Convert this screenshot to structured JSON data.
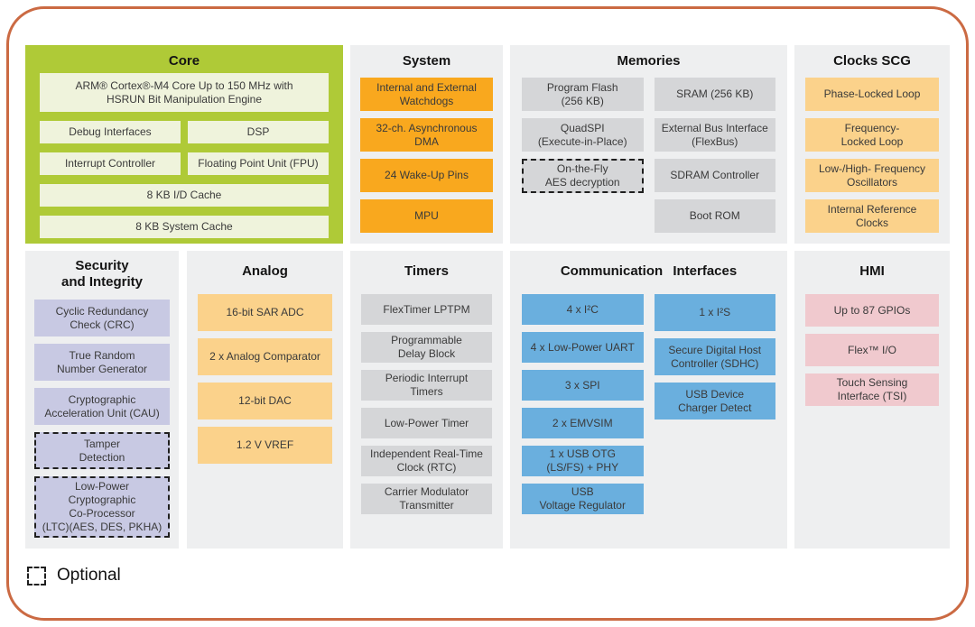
{
  "legend": {
    "label": "Optional"
  },
  "colors": {
    "frame_border": "#cb6a43",
    "core_section_bg": "#afca37",
    "core_block": "#eff3dc",
    "section_bg": "#eeeff0",
    "orange_block": "#f9a81e",
    "amber_block": "#fbd28b",
    "gray_block": "#d5d6d8",
    "blue_block": "#6aafde",
    "purple_block": "#c8c9e3",
    "pink_block": "#f0c9ce"
  },
  "sections": [
    {
      "id": "core",
      "title": "Core",
      "color": "core",
      "blocks": [
        {
          "label": "ARM® Cortex®-M4 Core Up to 150 MHz with\nHSRUN Bit Manipulation Engine",
          "width": "full"
        },
        {
          "label": "Debug Interfaces",
          "width": "half"
        },
        {
          "label": "DSP",
          "width": "half"
        },
        {
          "label": "Interrupt Controller",
          "width": "half"
        },
        {
          "label": "Floating Point Unit (FPU)",
          "width": "half"
        },
        {
          "label": "8 KB I/D Cache",
          "width": "full"
        },
        {
          "label": "8 KB System Cache",
          "width": "full"
        }
      ]
    },
    {
      "id": "system",
      "title": "System",
      "color": "orange",
      "blocks": [
        {
          "label": "Internal and External\nWatchdogs"
        },
        {
          "label": "32-ch. Asynchronous\nDMA"
        },
        {
          "label": "24 Wake-Up Pins"
        },
        {
          "label": "MPU"
        }
      ]
    },
    {
      "id": "memories",
      "title": "Memories",
      "color": "gray",
      "columns": [
        [
          {
            "label": "Program Flash\n(256 KB)"
          },
          {
            "label": "QuadSPI\n(Execute-in-Place)"
          },
          {
            "label": "On-the-Fly\nAES decryption",
            "optional": true
          }
        ],
        [
          {
            "label": "SRAM (256 KB)"
          },
          {
            "label": "External Bus Interface\n(FlexBus)"
          },
          {
            "label": "SDRAM Controller"
          },
          {
            "label": "Boot ROM"
          }
        ]
      ]
    },
    {
      "id": "clocks",
      "title": "Clocks SCG",
      "color": "amber",
      "blocks": [
        {
          "label": "Phase-Locked Loop"
        },
        {
          "label": "Frequency-\nLocked Loop"
        },
        {
          "label": "Low-/High- Frequency\nOscillators"
        },
        {
          "label": "Internal Reference\nClocks"
        }
      ]
    },
    {
      "id": "security",
      "title": "Security\nand Integrity",
      "color": "purple",
      "blocks": [
        {
          "label": "Cyclic Redundancy\nCheck (CRC)"
        },
        {
          "label": "True Random\nNumber Generator"
        },
        {
          "label": "Cryptographic\nAcceleration Unit (CAU)"
        },
        {
          "label": "Tamper\nDetection",
          "optional": true
        },
        {
          "label": "Low-Power Cryptographic\nCo-Processor\n(LTC)(AES, DES, PKHA)",
          "optional": true
        }
      ]
    },
    {
      "id": "analog",
      "title": "Analog",
      "color": "amber",
      "blocks": [
        {
          "label": "16-bit SAR ADC"
        },
        {
          "label": "2 x Analog Comparator"
        },
        {
          "label": "12-bit DAC"
        },
        {
          "label": "1.2 V VREF"
        }
      ]
    },
    {
      "id": "timers",
      "title": "Timers",
      "color": "gray",
      "blocks": [
        {
          "label": "FlexTimer LPTPM"
        },
        {
          "label": "Programmable\nDelay Block"
        },
        {
          "label": "Periodic Interrupt\nTimers"
        },
        {
          "label": "Low-Power Timer"
        },
        {
          "label": "Independent Real-Time\nClock (RTC)"
        },
        {
          "label": "Carrier Modulator\nTransmitter"
        }
      ]
    },
    {
      "id": "comm",
      "title": "Communication Interfaces",
      "color": "blue",
      "columns": [
        [
          {
            "label": "4 x I²C"
          },
          {
            "label": "4 x Low-Power UART"
          },
          {
            "label": "3 x SPI"
          },
          {
            "label": "2 x EMVSIM"
          },
          {
            "label": "1 x USB OTG\n(LS/FS) + PHY"
          },
          {
            "label": "USB\nVoltage Regulator"
          }
        ],
        [
          {
            "label": "1 x I²S"
          },
          {
            "label": "Secure Digital Host\nController (SDHC)"
          },
          {
            "label": "USB Device\nCharger Detect"
          }
        ]
      ]
    },
    {
      "id": "hmi",
      "title": "HMI",
      "color": "pink",
      "blocks": [
        {
          "label": "Up to 87 GPIOs"
        },
        {
          "label": "Flex™ I/O"
        },
        {
          "label": "Touch Sensing\nInterface (TSI)"
        }
      ]
    }
  ]
}
